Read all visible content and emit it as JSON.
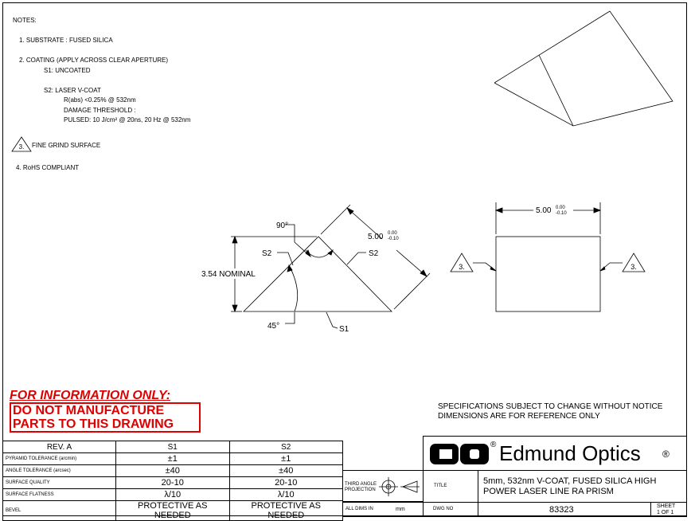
{
  "notes": {
    "heading": "NOTES:",
    "n1": "1. SUBSTRATE : FUSED SILICA",
    "n2": "2. COATING (APPLY ACROSS CLEAR APERTURE)",
    "n2_s1": "S1: UNCOATED",
    "n2_s2": "S2: LASER V-COAT",
    "n2_rabs": "R(abs) <0.25% @ 532nm",
    "n2_damage": "DAMAGE THRESHOLD :",
    "n2_pulsed": "PULSED: 10 J/cm² @ 20ns, 20 Hz @ 532nm",
    "n3_num": "3.",
    "n3": "FINE GRIND SURFACE",
    "n4": "4. RoHS COMPLIANT"
  },
  "drawing": {
    "angle_top": "90°",
    "angle_bottom": "45°",
    "s2_left": "S2",
    "s2_right": "S2",
    "s1": "S1",
    "height": "3.54 NOMINAL",
    "hyp_dim_main": "5.00",
    "hyp_dim_tol_top": "0.00",
    "hyp_dim_tol_bot": "-0.10",
    "side_dim_main": "5.00",
    "side_dim_tol_top": "0.00",
    "side_dim_tol_bot": "-0.10",
    "flag_left": "3.",
    "flag_right": "3."
  },
  "warning": {
    "line1": "FOR INFORMATION ONLY:",
    "line2": "DO NOT MANUFACTURE",
    "line3": "PARTS TO THIS DRAWING"
  },
  "spec_notice": {
    "line1": "SPECIFICATIONS SUBJECT TO CHANGE WITHOUT NOTICE",
    "line2": "DIMENSIONS ARE FOR REFERENCE ONLY"
  },
  "spec_table": {
    "header": [
      "REV. A",
      "S1",
      "S2"
    ],
    "rows": [
      {
        "label": "PYRAMID TOLERANCE (arcmin)",
        "s1": "±1",
        "s2": "±1"
      },
      {
        "label": "ANGLE TOLERANCE (arcsec)",
        "s1": "±40",
        "s2": "±40"
      },
      {
        "label": "SURFACE QUALITY",
        "s1": "20-10",
        "s2": "20-10"
      },
      {
        "label": "SURFACE FLATNESS",
        "s1": "λ/10",
        "s2": "λ/10"
      },
      {
        "label": "BEVEL",
        "s1": "PROTECTIVE AS NEEDED",
        "s2": "PROTECTIVE AS NEEDED"
      }
    ]
  },
  "title_block": {
    "company": "Edmund Optics",
    "reg": "®",
    "logo_reg": "®",
    "projection": "THIRD ANGLE PROJECTION",
    "title_label": "TITLE",
    "title_line1": "5mm, 532nm V-COAT, FUSED SILICA HIGH",
    "title_line2": "POWER LASER LINE RA PRISM",
    "all_dims_label": "ALL DIMS IN",
    "units": "mm",
    "dwg_label": "DWG NO",
    "dwg_no": "83323",
    "sheet_label": "SHEET",
    "sheet_value": "1 OF 1"
  },
  "colors": {
    "warning": "#e00000",
    "line": "#000000"
  }
}
